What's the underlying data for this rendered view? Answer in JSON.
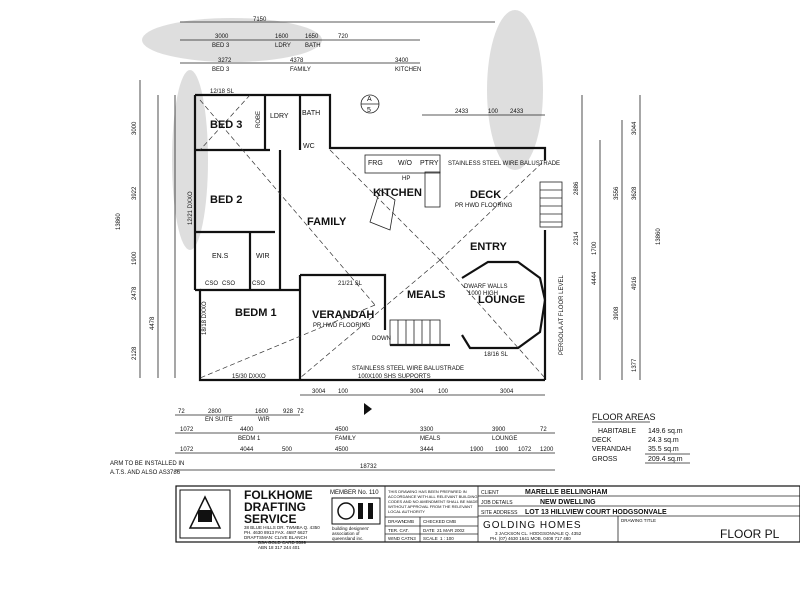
{
  "rooms": {
    "bed3": "BED 3",
    "ldry": "LDRY",
    "bath": "BATH",
    "robe": "ROBE",
    "wc": "WC",
    "bed2": "BED 2",
    "family": "FAMILY",
    "kitchen": "KITCHEN",
    "deck": "DECK",
    "deck_note": "PR HWD FLOORING",
    "ens": "EN.S",
    "wir": "WIR",
    "entry": "ENTRY",
    "meals": "MEALS",
    "lounge": "LOUNGE",
    "dwarf_walls": "DWARF WALLS",
    "dwarf_height": "1000 HIGH",
    "bedm1": "BEDM 1",
    "verandah": "VERANDAH",
    "verandah_note": "PR HWD FLOORING",
    "down": "DOWN",
    "fr": "FRG",
    "wo": "W/O",
    "ptry": "PTRY",
    "hp": "HP",
    "cso1": "CSO",
    "cso2": "CSO",
    "cso3": "CSO"
  },
  "notes": {
    "balustrade_top": "STAINLESS STEEL WIRE BALUSTRADE",
    "balustrade_bottom": "STAINLESS STEEL WIRE BALUSTRADE",
    "supports": "100X100 SHS SUPPORTS",
    "pergola": "PERGOLA AT FLOOR LEVEL",
    "bedm_window": "15/30 DXXO",
    "lounge_window": "18/16 SL",
    "bed3_window": "12/18 SL",
    "bed2_window": "12/21 DXXO",
    "window_left_low": "18/18 DXXO",
    "verandah_window": "21/21 SL",
    "section_mark": "A",
    "section_num": "5"
  },
  "dims_top": {
    "row1": [
      "3000",
      "1600",
      "1650",
      "720",
      "3400"
    ],
    "row1_sub": [
      "BED 3",
      "LDRY",
      "BATH",
      "",
      "KITCHEN"
    ],
    "row2": [
      "3272",
      "4378"
    ],
    "row2_sub": [
      "BED 3",
      "FAMILY"
    ],
    "overall": "7150",
    "deck": [
      "2433",
      "100",
      "2433"
    ]
  },
  "dims_bottom": {
    "verandah_row": [
      "3004",
      "100",
      "3004",
      "100",
      "3004"
    ],
    "row1": [
      "72",
      "2800",
      "1600",
      "928",
      "72"
    ],
    "row1_sub": [
      "EN SUITE",
      "WIR"
    ],
    "row2": [
      "1072",
      "4400",
      "4500",
      "3300",
      "3900",
      "72"
    ],
    "row2_sub": [
      "BEDM 1",
      "FAMILY",
      "MEALS",
      "LOUNGE"
    ],
    "row3": [
      "1072",
      "4044",
      "500",
      "4500",
      "3444",
      "1900",
      "1900",
      "1072",
      "1200"
    ],
    "overall": "18732"
  },
  "dims_left": [
    "3000",
    "3922",
    "1900",
    "2478",
    "4478",
    "2128",
    "13860"
  ],
  "dims_right": [
    "3044",
    "2886",
    "2314",
    "4444",
    "3908",
    "1377",
    "13860",
    "1700",
    "4916",
    "3556",
    "3628"
  ],
  "floor_areas": {
    "title": "FLOOR AREAS",
    "rows": [
      {
        "label": "HABITABLE",
        "value": "149.6 sq.m"
      },
      {
        "label": "DECK",
        "value": "24.3 sq.m"
      },
      {
        "label": "VERANDAH",
        "value": "35.5 sq.m"
      },
      {
        "label": "GROSS",
        "value": "209.4 sq.m"
      }
    ]
  },
  "left_note": [
    "ARM TO BE INSTALLED IN",
    "A.T.S. AND ALSO AS3786"
  ],
  "title_block": {
    "firm_line1": "FOLKHOME",
    "firm_line2": "DRAFTING",
    "firm_line3": "SERVICE",
    "firm_addr1": "38 BLUE HILLS DR. TWMBA Q. 4350",
    "firm_addr2": "PH. 4630 8913 FAX. 4687 6627",
    "firm_addr3": "DRAFTSMAN: CLIVE BLANCH",
    "firm_addr4": "BSA GOLD CARD 5599",
    "firm_addr5": "ABN 18 317 244 401",
    "member": "MEMBER No. 110",
    "assoc1": "building designers'",
    "assoc2": "association of",
    "assoc3": "queensland inc.",
    "disclaimer": [
      "THIS DRAWING HAS BEEN PREPARED IN",
      "ACCORDANCE WITH ALL RELEVANT BUILDING",
      "CODES AND NO AMENDMENT SHALL BE MADE",
      "WITHOUT APPROVAL FROM THE RELEVANT",
      "LOCAL AUTHORITY"
    ],
    "drawn_lbl": "DRAWN",
    "drawn_val": "CMB",
    "checked_lbl": "CHECKED",
    "checked_val": "CMB",
    "ter_lbl": "TER. CAT.",
    "date_lbl": "DATE",
    "date_val": "21 MAR 2002",
    "wind_lbl": "WIND CAT.",
    "wind_val": "N3",
    "scale_lbl": "SCALE",
    "scale_val": "1 : 100",
    "client_lbl": "CLIENT",
    "client_val": "MARELLE BELLINGHAM",
    "job_lbl": "JOB DETAILS",
    "job_val": "NEW DWELLING",
    "site_lbl": "SITE ADDRESS",
    "site_val": "LOT 13 HILLVIEW COURT  HODGSONVALE",
    "builder": "GOLDING HOMES",
    "builder_addr": "3 JACKSON CL. HODGSONVALE Q. 4352",
    "builder_ph": "PH. (07) 4630 1641   MOB. 0408 717 480",
    "drawing_title_lbl": "DRAWING TITLE",
    "drawing_title": "FLOOR PL"
  }
}
